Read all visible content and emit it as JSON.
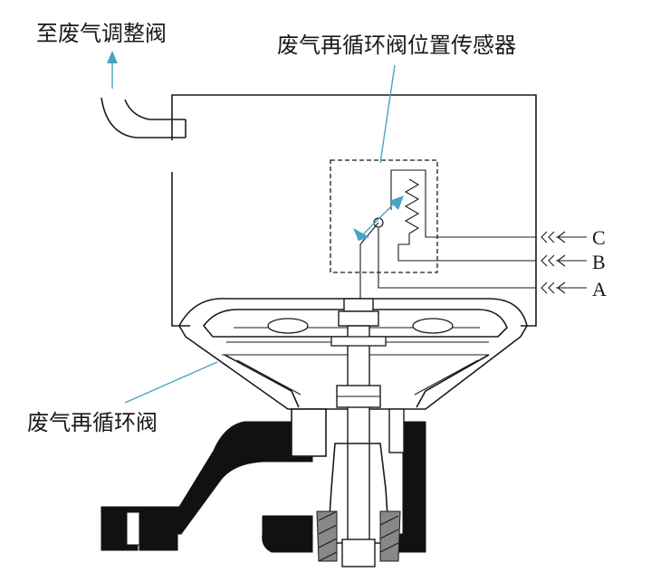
{
  "labels": {
    "to_waste_gate": "至废气调整阀",
    "position_sensor": "废气再循环阀位置传感器",
    "egr_valve": "废气再循环阀",
    "pin_c": "C",
    "pin_b": "B",
    "pin_a": "A"
  },
  "colors": {
    "line": "#1a1a1a",
    "leader": "#4aa3c4",
    "solid": "#111111"
  }
}
